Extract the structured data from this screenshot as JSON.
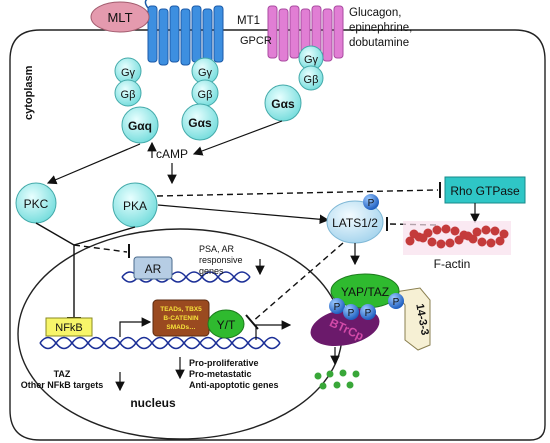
{
  "labels": {
    "mlt": "MLT",
    "mt1": "MT1",
    "gpcr": "GPCR",
    "ligands": [
      "Glucagon,",
      "epinephrine,",
      "dobutamine"
    ],
    "cytoplasm": "cytoplasm",
    "g_gamma": "Gγ",
    "g_beta": "Gβ",
    "g_alpha_q": "Gαq",
    "g_alpha_s": "Gαs",
    "camp": "cAMP",
    "pkc": "PKC",
    "pka": "PKA",
    "rho": "Rho GTPase",
    "lats": "LATS1/2",
    "phospho": "P",
    "factin": "F-actin",
    "ar": "AR",
    "ar_genes": [
      "PSA, AR",
      "responsive",
      "genes"
    ],
    "nfkb": "NFkB",
    "tf_box": [
      "TEADs, TBX5",
      "B-CATENIN",
      "SMADs…"
    ],
    "yt": "Y/T",
    "yap_taz": "YAP/TAZ",
    "btrcp": "BTrCp",
    "protein_1433": "14-3-3",
    "taz_targets": [
      "TAZ",
      "Other NFkB targets"
    ],
    "pro_genes": [
      "Pro-proliferative",
      "Pro-metastatic",
      "Anti-apoptotic genes"
    ],
    "nucleus": "nucleus"
  },
  "colors": {
    "mlt_fill": "#e49aae",
    "mt1_receptor": "#3d8fe0",
    "gpcr_receptor": "#e17ed4",
    "g_protein": "#a6f0f0",
    "rho_fill": "#2fc6c6",
    "lats_fill": "#d2ecf8",
    "phospho_fill": "#3c82dc",
    "factin_beads": "#c43b3b",
    "yap_fill": "#2fba2f",
    "btrcp_fill": "#6b1a6b",
    "box_1433": "#f6f0d4",
    "nfkb_fill": "#f7f56a",
    "tf_box_fill": "#9a4a20",
    "ar_fill": "#b6cde4",
    "dna": "#1b2f97"
  }
}
